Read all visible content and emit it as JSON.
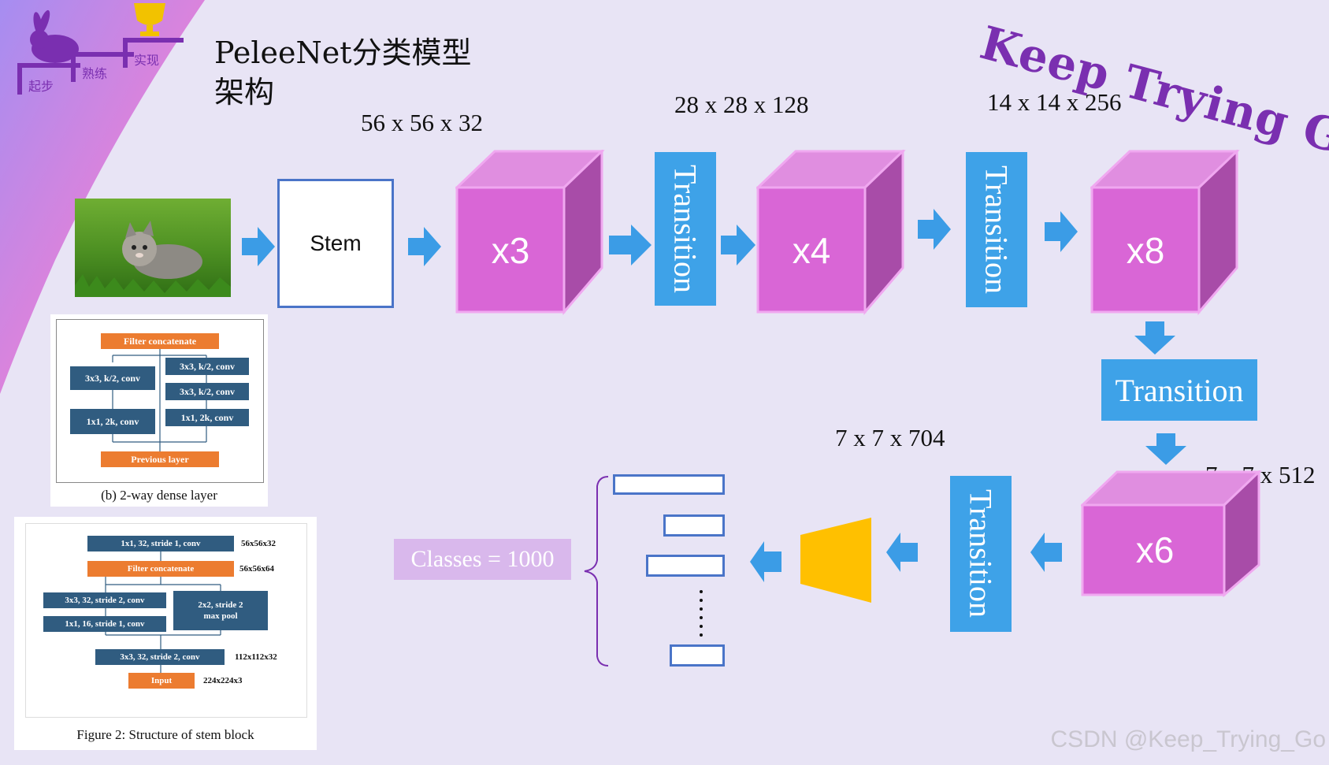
{
  "logo": {
    "steps": [
      "起步",
      "熟练",
      "实现"
    ]
  },
  "title": {
    "line1": "PeleeNet分类模型",
    "line2": "架构"
  },
  "watermark_title": "Keep Trying Go",
  "dims": {
    "d1": "56 x 56 x 32",
    "d2": "28 x 28 x 128",
    "d3": "14 x 14 x 256",
    "d4": "7 x 7 x 704",
    "d5": "7 x 7 x 512"
  },
  "stem_label": "Stem",
  "cubes": {
    "c1": "x3",
    "c2": "x4",
    "c3": "x8",
    "c4": "x6"
  },
  "transition_label": "Transition",
  "classes_label": "Classes = 1000",
  "dense_layer_figure": {
    "filter_concat": "Filter concatenate",
    "left_top": "3x3, k/2, conv",
    "left_bottom": "1x1, 2k, conv",
    "right_top": "3x3, k/2, conv",
    "right_mid": "3x3, k/2, conv",
    "right_bottom": "1x1, 2k, conv",
    "previous": "Previous layer",
    "caption": "(b) 2-way dense layer"
  },
  "stem_figure": {
    "top": "1x1, 32, stride 1, conv",
    "top_size": "56x56x32",
    "concat": "Filter concatenate",
    "concat_size": "56x56x64",
    "left_top": "3x3, 32, stride 2, conv",
    "left_bottom": "1x1, 16, stride 1, conv",
    "pool_line1": "2x2, stride 2",
    "pool_line2": "max pool",
    "conv": "3x3, 32, stride 2, conv",
    "conv_size": "112x112x32",
    "input": "Input",
    "input_size": "224x224x3",
    "caption": "Figure 2: Structure of stem block"
  },
  "footer_watermark": "CSDN @Keep_Trying_Go",
  "colors": {
    "background": "#e8e4f5",
    "cube_front": "#d966d6",
    "cube_top": "#e08ee0",
    "cube_side": "#a84ca8",
    "transition_blue": "#3ea2e8",
    "arrow_blue": "#3b9ce6",
    "fc_yellow": "#ffc000",
    "classes_bg": "#d9b8ec",
    "watermark_purple": "#7a2fb0"
  }
}
